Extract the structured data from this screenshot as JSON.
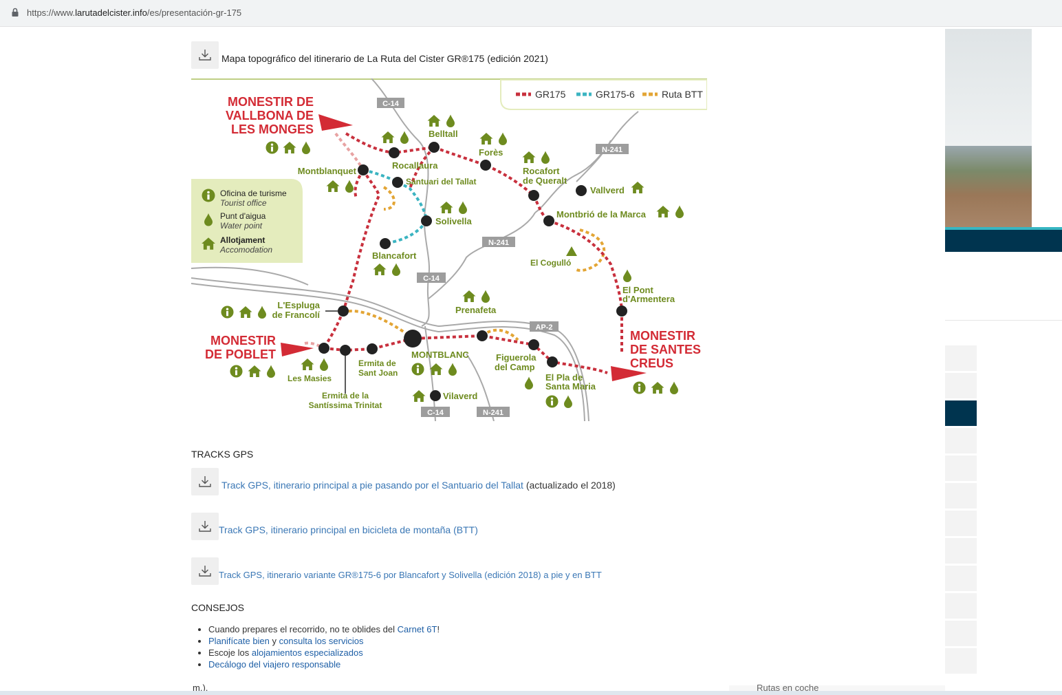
{
  "browser": {
    "url_prefix": "https://www.",
    "url_domain": "larutadelcister.info",
    "url_path": "/es/presentación-gr-175"
  },
  "map_download": {
    "label": "Mapa topográfico del itinerario de La Ruta del Cister GR®175 (edición 2021)"
  },
  "map": {
    "legend": {
      "gr175": "GR175",
      "gr175_6": "GR175-6",
      "btt": "Ruta BTT"
    },
    "roads": [
      "C-14",
      "N-241",
      "N-241",
      "C-14",
      "AP-2",
      "C-14",
      "N-241"
    ],
    "monasteries": {
      "vallbona": [
        "MONESTIR DE",
        "VALLBONA DE",
        "LES MONGES"
      ],
      "poblet": [
        "MONESTIR",
        "DE POBLET"
      ],
      "santes_creus": [
        "MONESTIR",
        "DE SANTES",
        "CREUS"
      ]
    },
    "key": {
      "tourist_ca": "Oficina de turisme",
      "tourist_en": "Tourist office",
      "water_ca": "Punt d'aigua",
      "water_en": "Water point",
      "lodging_ca": "Allotjament",
      "lodging_en": "Accomodation"
    },
    "places": {
      "belltall": "Belltall",
      "rocallaura": "Rocallaura",
      "fores": "Forès",
      "montblanquet": "Montblanquet",
      "santuari": "Santuari del Tallat",
      "rocafort1": "Rocafort",
      "rocafort2": "de Queralt",
      "vallverd": "Vallverd",
      "montbrio": "Montbrió de la Marca",
      "solivella": "Solivella",
      "blancafort": "Blancafort",
      "cogullo": "El Cogulló",
      "pont1": "El Pont",
      "pont2": "d'Armentera",
      "espluga1": "L'Espluga",
      "espluga2": "de Francolí",
      "prenafeta": "Prenafeta",
      "montblanc": "MONTBLANC",
      "figuerola1": "Figuerola",
      "figuerola2": "del Camp",
      "ermita_joan1": "Ermita de",
      "ermita_joan2": "Sant Joan",
      "masies": "Les Masies",
      "pla1": "El Pla de",
      "pla2": "Santa Maria",
      "trinitat1": "Ermita de la",
      "trinitat2": "Santíssima Trinitat",
      "vilaverd": "Vilaverd"
    },
    "colors": {
      "gr175": "#c8303d",
      "gr175_6": "#3bb4c1",
      "btt": "#e3a535",
      "olive": "#6e8b1f",
      "roads": "#a7a7a7",
      "legend_bg": "#e4ecbd"
    }
  },
  "tracks": {
    "heading": "TRACKS GPS",
    "item1_link": "Track GPS, itinerario principal a pie pasando por el Santuario del Tallat",
    "item1_suffix": "(actualizado el 2018)",
    "item2_link": "Track GPS, itinerario principal en bicicleta de montaña (BTT)",
    "item3_link": "Track GPS, itinerario variante GR®175-6 por Blancafort y Solivella (edición 2018) a pie y en BTT"
  },
  "tips": {
    "heading": "CONSEJOS",
    "l1_text": "Cuando prepares el recorrido, no te oblides del",
    "l1_link": "Carnet 6T",
    "l1_end": "!",
    "l2_link1": "Planifícate bien",
    "l2_mid": "y",
    "l2_link2": "consulta los servicios",
    "l3_text": "Escoje los",
    "l3_link": "alojamientos especializados",
    "l4_link": "Decálogo del viajero responsable"
  },
  "footer": {
    "partial": "m.).",
    "rutas": "Rutas en coche"
  }
}
